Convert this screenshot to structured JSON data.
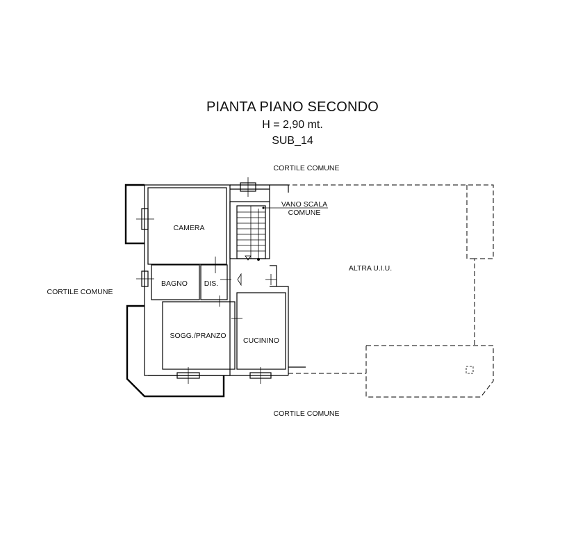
{
  "header": {
    "title": "PIANTA PIANO SECONDO",
    "height": "H = 2,90 mt.",
    "sub": "SUB_14"
  },
  "surroundings": {
    "top": "CORTILE COMUNE",
    "left": "CORTILE COMUNE",
    "bottom": "CORTILE COMUNE"
  },
  "rooms": {
    "camera": "CAMERA",
    "bagno": "BAGNO",
    "dis": "DIS.",
    "soggiorno": "SOGG./PRANZO",
    "cucinino": "CUCININO",
    "altra": "ALTRA U.I.U."
  },
  "stair": {
    "line1": "VANO SCALA",
    "line2": "COMUNE"
  }
}
